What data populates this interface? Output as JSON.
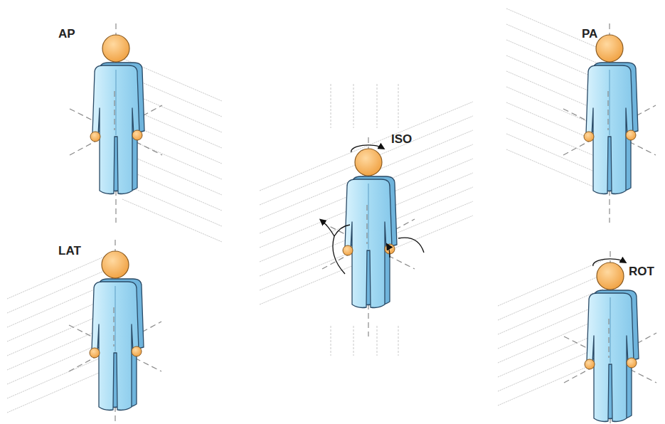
{
  "diagram": {
    "labels": [
      "AP",
      "LAT",
      "ISO",
      "PA",
      "ROT"
    ]
  }
}
